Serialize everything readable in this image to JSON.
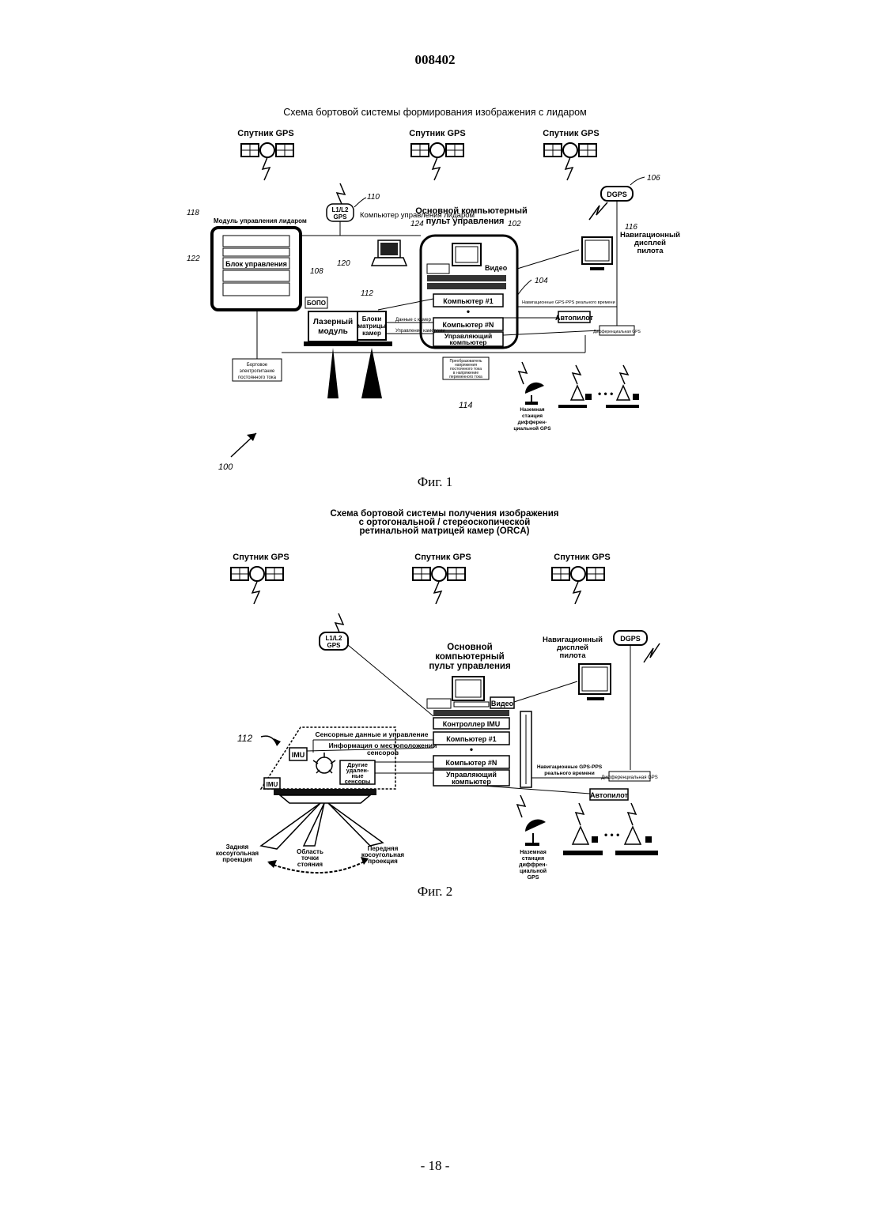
{
  "page": {
    "doc_number": "008402",
    "page_number": "- 18 -"
  },
  "fig1": {
    "title": "Схема бортовой системы формирования изображения с лидаром",
    "caption": "Фиг. 1",
    "gps_satellite": "Спутник GPS",
    "l1l2": "L1/L2",
    "gps": "GPS",
    "dgps": "DGPS",
    "lidar_computer": "Компьютер управления лидаром",
    "main_console_l1": "Основной компьютерный",
    "main_console_l2": "пульт управления",
    "lidar_module": "Модуль управления лидаром",
    "control_block": "Блок управления",
    "bopo": "БОПО",
    "laser_l1": "Лазерный",
    "laser_l2": "модуль",
    "camera_blocks_l1": "Блоки",
    "camera_blocks_l2": "матрицы",
    "camera_blocks_l3": "камер",
    "camera_data": "Данные с камер",
    "camera_control": "Управление камерами",
    "video": "Видео",
    "computer1": "Компьютер #1",
    "computerN": "Компьютер #N",
    "control_computer_l1": "Управляющий",
    "control_computer_l2": "компьютер",
    "autopilot": "Автопилот",
    "nav_gps_pps": "Навигационные GPS-PPS реального времени",
    "nav_display_l1": "Навигационный",
    "nav_display_l2": "дисплей",
    "nav_display_l3": "пилота",
    "diff_gps": "Дифференциальная GPS",
    "power_l1": "Бортовое",
    "power_l2": "электропитание",
    "power_l3": "постоянного тока",
    "converter_l1": "Преобразователь",
    "converter_l2": "напряжения",
    "converter_l3": "постоянного тока",
    "converter_l4": "в напряжение",
    "converter_l5": "переменного тока",
    "ground_l1": "Наземная",
    "ground_l2": "станция",
    "ground_l3": "дифферен-",
    "ground_l4": "циальной GPS",
    "ref100": "100",
    "ref102": "102",
    "ref104": "104",
    "ref106": "106",
    "ref108": "108",
    "ref110": "110",
    "ref112": "112",
    "ref114": "114",
    "ref116": "116",
    "ref118": "118",
    "ref120": "120",
    "ref124": "124"
  },
  "fig2": {
    "title_l1": "Схема бортовой системы получения изображения",
    "title_l2": "с ортогональной / стереоскопической",
    "title_l3": "ретинальной матрицей камер (ORCA)",
    "caption": "Фиг. 2",
    "gps_satellite": "Спутник GPS",
    "l1l2": "L1/L2",
    "gps": "GPS",
    "dgps": "DGPS",
    "main_console_l1": "Основной",
    "main_console_l2": "компьютерный",
    "main_console_l3": "пульт управления",
    "nav_display_l1": "Навигационный",
    "nav_display_l2": "дисплей",
    "nav_display_l3": "пилота",
    "video": "Видео",
    "imu_controller": "Контроллер IMU",
    "computer1": "Компьютер #1",
    "computerN": "Компьютер #N",
    "control_computer_l1": "Управляющий",
    "control_computer_l2": "компьютер",
    "autopilot": "Автопилот",
    "sensor_data": "Сенсорные данные и управление",
    "position_info_l1": "Информация о местоположении",
    "position_info_l2": "сенсоров",
    "other_sensors_l1": "Другие",
    "other_sensors_l2": "удален-",
    "other_sensors_l3": "ные",
    "other_sensors_l4": "сенсоры",
    "imu": "IMU",
    "nav_gps_pps_l1": "Навигационные GPS-PPS",
    "nav_gps_pps_l2": "реального времени",
    "diff_gps": "Дифференциальная GPS",
    "rear_l1": "Задняя",
    "rear_l2": "косоугольная",
    "rear_l3": "проекция",
    "nadir_l1": "Область",
    "nadir_l2": "точки",
    "nadir_l3": "стояния",
    "front_l1": "Передняя",
    "front_l2": "косоугольная",
    "front_l3": "проекция",
    "ground_l1": "Наземная",
    "ground_l2": "станция",
    "ground_l3": "диффрен-",
    "ground_l4": "циальной",
    "ground_l5": "GPS",
    "ref112": "112"
  }
}
